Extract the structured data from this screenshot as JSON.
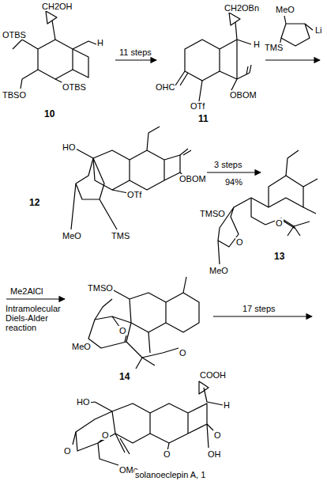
{
  "diagram": {
    "labels": [
      "CH2OH",
      "OTBS",
      "H",
      "TBSO",
      "OTBS",
      "10",
      "11 steps",
      "CH2OBn",
      "H",
      "OHC",
      "OTf",
      "OBOM",
      "11",
      "MeO",
      "Li",
      "TMS",
      "HO",
      "OTf",
      "OBOM",
      "MeO",
      "TMS",
      "12",
      "3 steps",
      "94%",
      "TMSO",
      "O",
      "MeO",
      "O",
      "13",
      "Me2AlCl",
      "Intramolecular Diels-Alder reaction",
      "TMSO",
      "MeO",
      "O",
      "O",
      "14",
      "17 steps",
      "COOH",
      "H",
      "HO",
      "O",
      "O",
      "O",
      "OMe",
      "O",
      "OH",
      "solanoeclepin A, 1"
    ]
  }
}
